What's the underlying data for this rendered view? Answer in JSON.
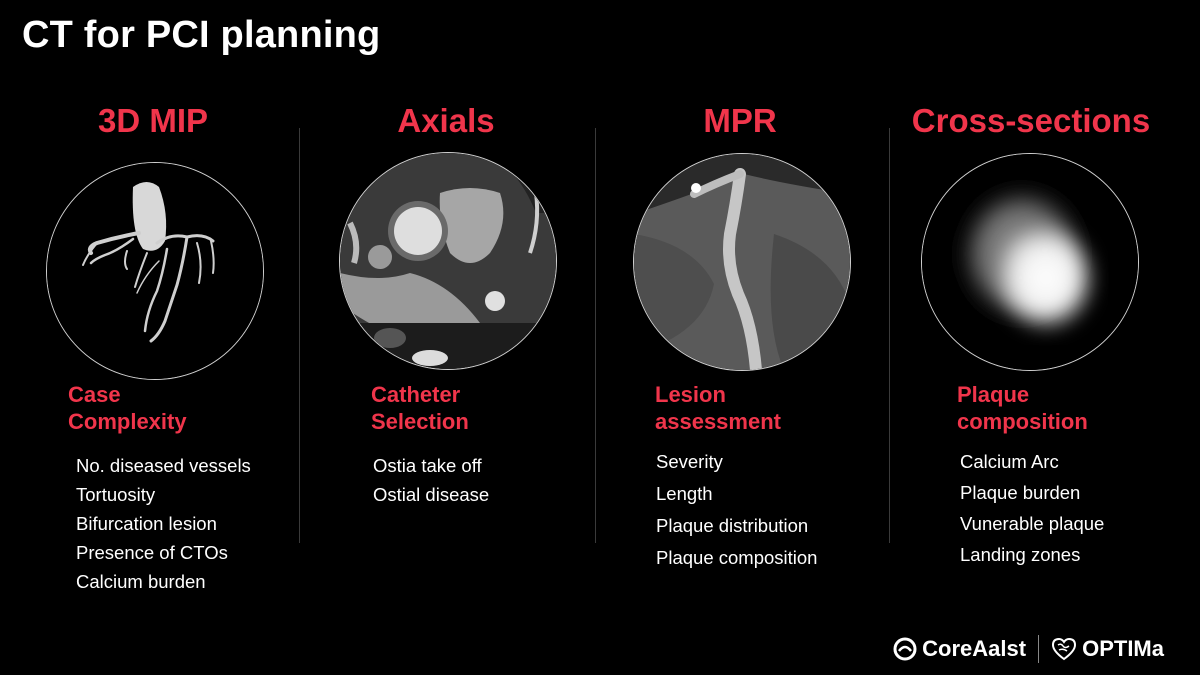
{
  "title": "CT for PCI planning",
  "columns": [
    {
      "heading": "3D MIP",
      "subheading": [
        "Case",
        "Complexity"
      ],
      "items": [
        "No. diseased vessels",
        "Tortuosity",
        "Bifurcation lesion",
        "Presence of CTOs",
        "Calcium burden"
      ]
    },
    {
      "heading": "Axials",
      "subheading": [
        "Catheter",
        "Selection"
      ],
      "items": [
        "Ostia take off",
        "Ostial disease"
      ]
    },
    {
      "heading": "MPR",
      "subheading": [
        "Lesion",
        "assessment"
      ],
      "items": [
        "Severity",
        "Length",
        "Plaque distribution",
        "Plaque composition"
      ]
    },
    {
      "heading": "Cross-sections",
      "subheading": [
        "Plaque",
        "composition"
      ],
      "items": [
        "Calcium Arc",
        "Plaque burden",
        "Vunerable plaque",
        "Landing zones"
      ]
    }
  ],
  "footer": {
    "logo1": "CoreAalst",
    "logo2": "OPTIMa"
  },
  "colors": {
    "accent": "#f0354b",
    "background": "#000000",
    "text": "#ffffff"
  }
}
